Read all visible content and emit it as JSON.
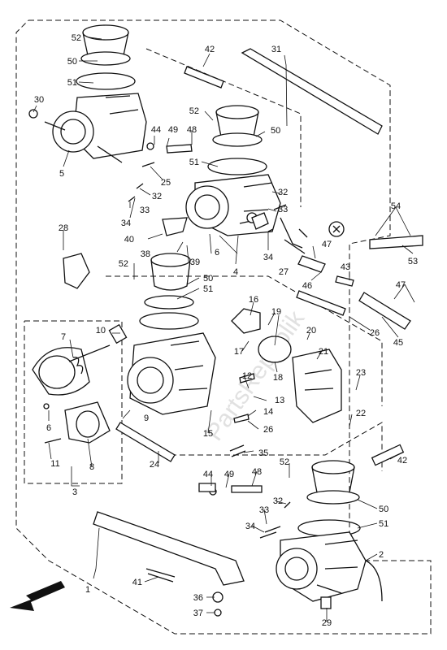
{
  "watermark": "PartsRepublik",
  "labels": {
    "l1": "1",
    "l2": "2",
    "l3": "3",
    "l4": "4",
    "l5": "5",
    "l6a": "6",
    "l6b": "6",
    "l7": "7",
    "l8": "8",
    "l9": "9",
    "l10": "10",
    "l11": "11",
    "l12": "12",
    "l13": "13",
    "l14": "14",
    "l15": "15",
    "l16": "16",
    "l17": "17",
    "l18": "18",
    "l19": "19",
    "l20": "20",
    "l21": "21",
    "l22": "22",
    "l23": "23",
    "l24": "24",
    "l25": "25",
    "l26a": "26",
    "l26b": "26",
    "l27": "27",
    "l28": "28",
    "l29": "29",
    "l30": "30",
    "l31": "31",
    "l32a": "32",
    "l32b": "32",
    "l32c": "32",
    "l33a": "33",
    "l33b": "33",
    "l33c": "33",
    "l34a": "34",
    "l34b": "34",
    "l34c": "34",
    "l35": "35",
    "l36": "36",
    "l37": "37",
    "l38": "38",
    "l39": "39",
    "l40": "40",
    "l41": "41",
    "l42a": "42",
    "l42b": "42",
    "l43": "43",
    "l44a": "44",
    "l44b": "44",
    "l45": "45",
    "l46": "46",
    "l47a": "47",
    "l47b": "47",
    "l48a": "48",
    "l48b": "48",
    "l49a": "49",
    "l49b": "49",
    "l50a": "50",
    "l50b": "50",
    "l50c": "50",
    "l50d": "50",
    "l51a": "51",
    "l51b": "51",
    "l51c": "51",
    "l51d": "51",
    "l52a": "52",
    "l52b": "52",
    "l52c": "52",
    "l52d": "52",
    "l53": "53",
    "l54": "54"
  }
}
